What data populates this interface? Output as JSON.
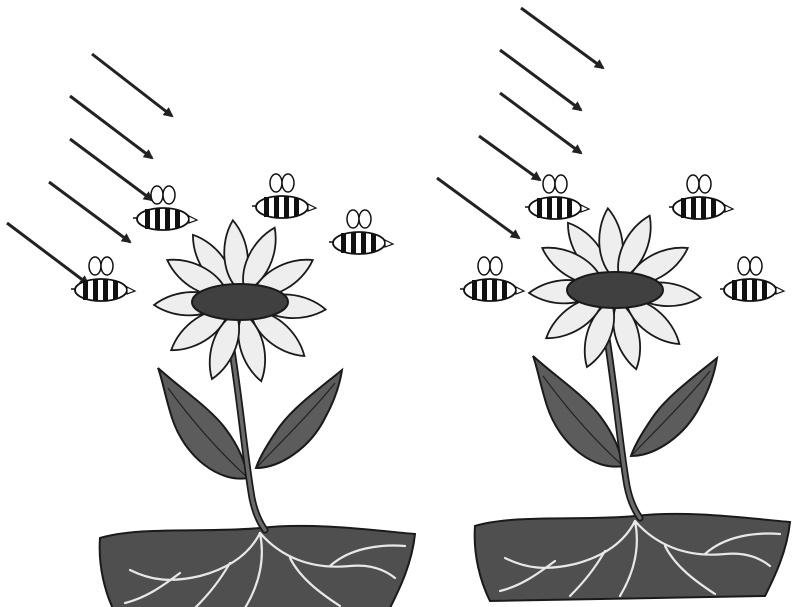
{
  "scene": {
    "panels": [
      {
        "bees": 4,
        "arrows": 5
      },
      {
        "bees": 4,
        "arrows": 5
      }
    ]
  },
  "colors": {
    "background": "#ffffff",
    "flower_center": "#404040",
    "petal_fill": "#eeeeee",
    "leaf_fill": "#5c5c5c",
    "soil_fill": "#4f4f4f",
    "outline": "#1a1a1a",
    "arrow": "#222222",
    "bee_stripe": "#111111"
  },
  "icons": [
    "arrow-icon",
    "bee-icon",
    "flower-icon",
    "leaf-icon",
    "soil-icon"
  ]
}
